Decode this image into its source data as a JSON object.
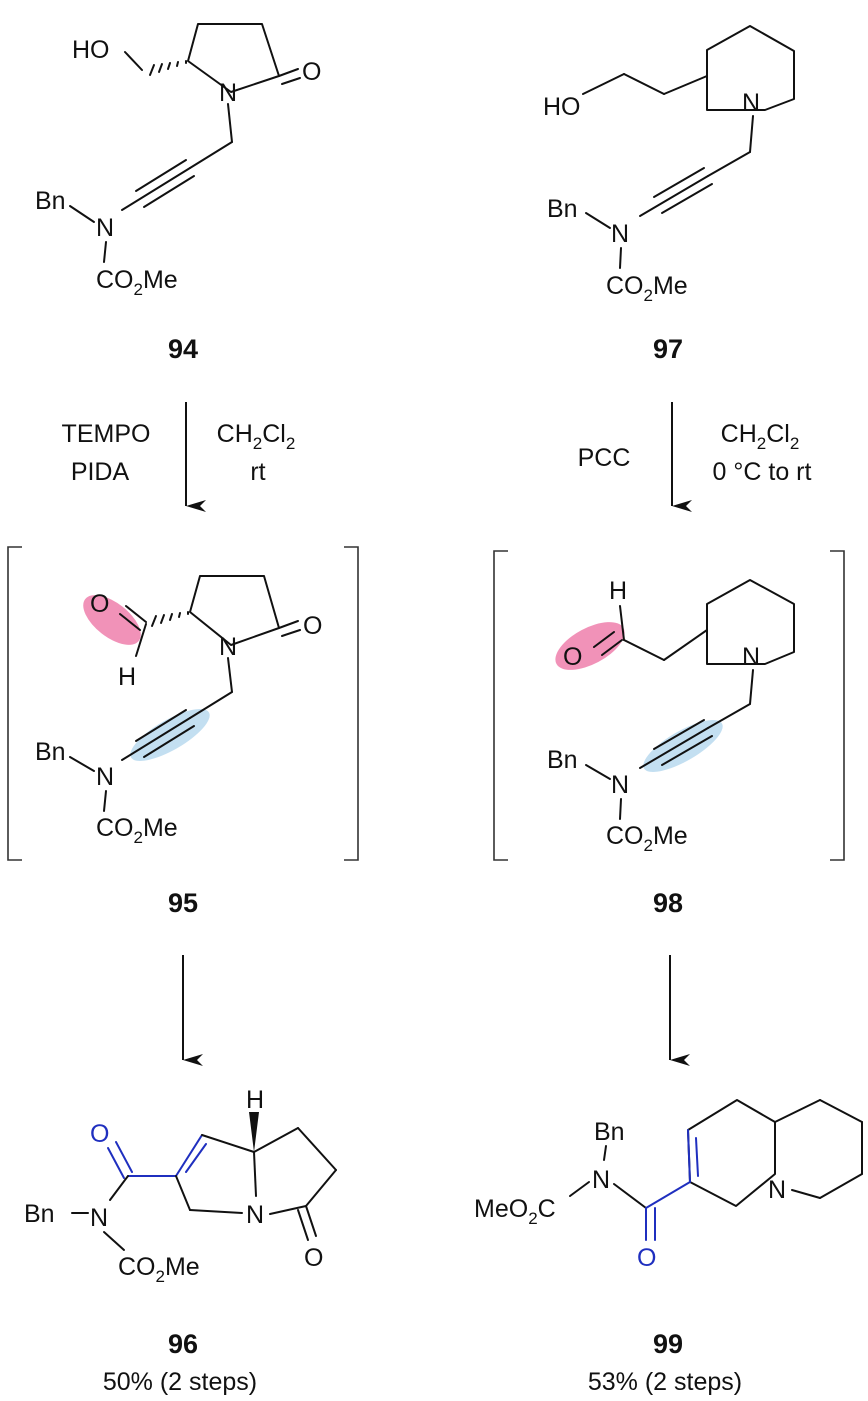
{
  "labels": {
    "ho": "HO",
    "bn": "Bn",
    "n": "N",
    "o": "O",
    "h": "H",
    "co": "CO",
    "two": "2",
    "me": "Me",
    "meo": "MeO",
    "c": "C"
  },
  "compounds": {
    "c94": "94",
    "c95": "95",
    "c96": "96",
    "c97": "97",
    "c98": "98",
    "c99": "99"
  },
  "conditions": {
    "left_reagent_1": "TEMPO",
    "left_reagent_2": "PIDA",
    "left_solvent_a": "CH",
    "left_solvent_b": "Cl",
    "left_temp": "rt",
    "right_reagent": "PCC",
    "right_solvent_a": "CH",
    "right_solvent_b": "Cl",
    "right_temp": "0 °C to rt"
  },
  "yields": {
    "y96": "50% (2 steps)",
    "y99": "53% (2 steps)"
  },
  "colors": {
    "aldehyde_highlight": "#ef7fab",
    "alkyne_highlight": "#bcdcf0",
    "new_bond": "#1f2fbf"
  }
}
